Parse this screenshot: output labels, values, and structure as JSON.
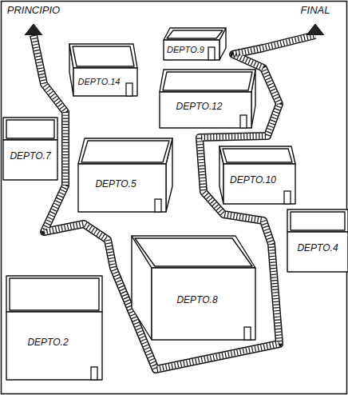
{
  "diagram": {
    "nodes": [
      {
        "text": [
          "PRINCIPIO"
        ]
      },
      {
        "text": [
          "FINAL"
        ]
      },
      {
        "text": [
          "DEPTO.14"
        ]
      },
      {
        "text": [
          "DEPTO.9"
        ]
      },
      {
        "text": [
          "DEPTO.7"
        ]
      },
      {
        "text": [
          "DEPTO.12"
        ]
      },
      {
        "text": [
          "DEPTO.5"
        ]
      },
      {
        "text": [
          "DEPTO.10"
        ]
      },
      {
        "text": [
          "DEPTO.4"
        ]
      },
      {
        "text": [
          "DEPTO.8"
        ]
      },
      {
        "text": [
          "DEPTO.2"
        ]
      }
    ],
    "edges": [
      {
        "from": 0,
        "to": 1,
        "arrow": "none"
      }
    ]
  }
}
